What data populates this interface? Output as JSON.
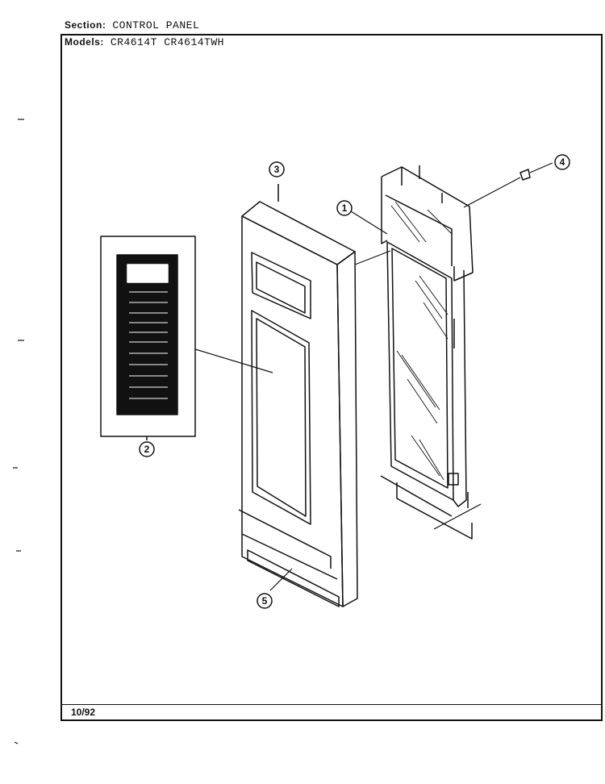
{
  "header": {
    "section_label": "Section:",
    "section_value": "CONTROL PANEL",
    "models_label": "Models:",
    "models_value": "CR4614T   CR4614TWH"
  },
  "footer": {
    "date": "10/92"
  },
  "callouts": [
    {
      "number": "1"
    },
    {
      "number": "2"
    },
    {
      "number": "3"
    },
    {
      "number": "4"
    },
    {
      "number": "5"
    }
  ]
}
